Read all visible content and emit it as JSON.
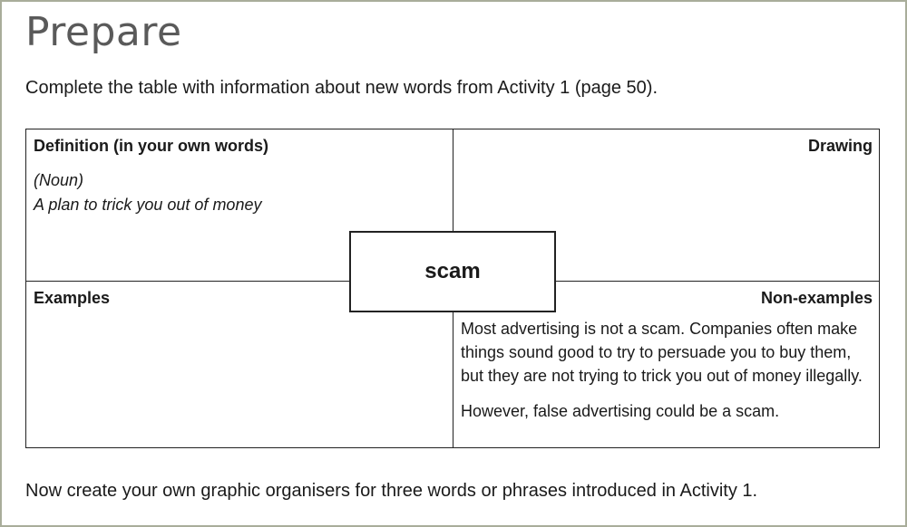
{
  "title": "Prepare",
  "instructions": "Complete the table with information about new words from Activity 1 (page 50).",
  "organiser": {
    "center_word": "scam",
    "definition": {
      "heading": "Definition (in your own words)",
      "line1": "(Noun)",
      "line2": "A plan to trick you out of money"
    },
    "drawing": {
      "heading": "Drawing"
    },
    "examples": {
      "heading": "Examples"
    },
    "non_examples": {
      "heading": "Non-examples",
      "paragraph1": "Most advertising is not a scam. Companies often make things sound good to try to persuade you to buy them, but they are not trying to trick you out of money illegally.",
      "paragraph2": "However, false advertising could be a scam."
    }
  },
  "footer": "Now create your own graphic organisers for three words or phrases introduced in Activity 1."
}
